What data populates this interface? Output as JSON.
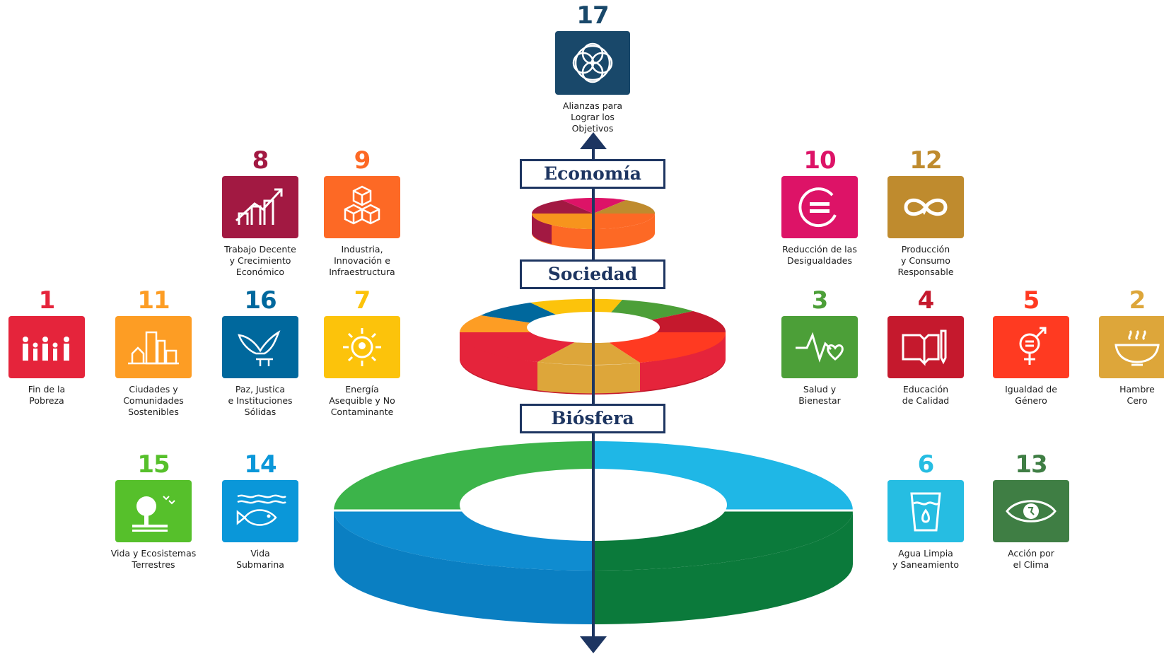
{
  "tiers": {
    "economy": "Economía",
    "society": "Sociedad",
    "biosphere": "Biósfera"
  },
  "goals": [
    {
      "id": "g17",
      "number": "17",
      "label": "Alianzas para\nLograr los Objetivos",
      "color": "#19486a",
      "icon": "partnership-icon"
    },
    {
      "id": "g8",
      "number": "8",
      "label": "Trabajo Decente\ny Crecimiento\nEconómico",
      "color": "#a21942",
      "icon": "growth-chart-icon"
    },
    {
      "id": "g9",
      "number": "9",
      "label": "Industria,\nInnovación e\nInfraestructura",
      "color": "#fd6925",
      "icon": "cubes-icon"
    },
    {
      "id": "g10",
      "number": "10",
      "label": "Reducción de las\nDesigualdades",
      "color": "#dd1367",
      "icon": "equality-icon"
    },
    {
      "id": "g12",
      "number": "12",
      "label": "Producción\ny Consumo\nResponsable",
      "color": "#bf8b2e",
      "icon": "infinity-icon"
    },
    {
      "id": "g1",
      "number": "1",
      "label": "Fin de la\nPobreza",
      "color": "#e5243b",
      "icon": "family-icon"
    },
    {
      "id": "g11",
      "number": "11",
      "label": "Ciudades y\nComunidades\nSostenibles",
      "color": "#fd9d24",
      "icon": "city-icon"
    },
    {
      "id": "g16",
      "number": "16",
      "label": "Paz, Justica\ne Instituciones\nSólidas",
      "color": "#00689d",
      "icon": "dove-icon"
    },
    {
      "id": "g7",
      "number": "7",
      "label": "Energía\nAsequible y No\nContaminante",
      "color": "#fcc30b",
      "icon": "sun-icon"
    },
    {
      "id": "g3",
      "number": "3",
      "label": "Salud y\nBienestar",
      "color": "#4c9f38",
      "icon": "heartbeat-icon"
    },
    {
      "id": "g4",
      "number": "4",
      "label": "Educación\nde Calidad",
      "color": "#c5192d",
      "icon": "book-icon"
    },
    {
      "id": "g5",
      "number": "5",
      "label": "Igualdad de\nGénero",
      "color": "#ff3a21",
      "icon": "gender-icon"
    },
    {
      "id": "g2",
      "number": "2",
      "label": "Hambre\nCero",
      "color": "#dda63a",
      "icon": "bowl-icon"
    },
    {
      "id": "g15",
      "number": "15",
      "label": "Vida y Ecosistemas\nTerrestres",
      "color": "#56c02b",
      "icon": "tree-icon"
    },
    {
      "id": "g14",
      "number": "14",
      "label": "Vida\nSubmarina",
      "color": "#0a97d9",
      "icon": "fish-icon"
    },
    {
      "id": "g6",
      "number": "6",
      "label": "Agua Limpia\ny Saneamiento",
      "color": "#26bde2",
      "icon": "water-glass-icon"
    },
    {
      "id": "g13",
      "number": "13",
      "label": "Acción por\nel Clima",
      "color": "#3f7e44",
      "icon": "eye-icon"
    }
  ]
}
